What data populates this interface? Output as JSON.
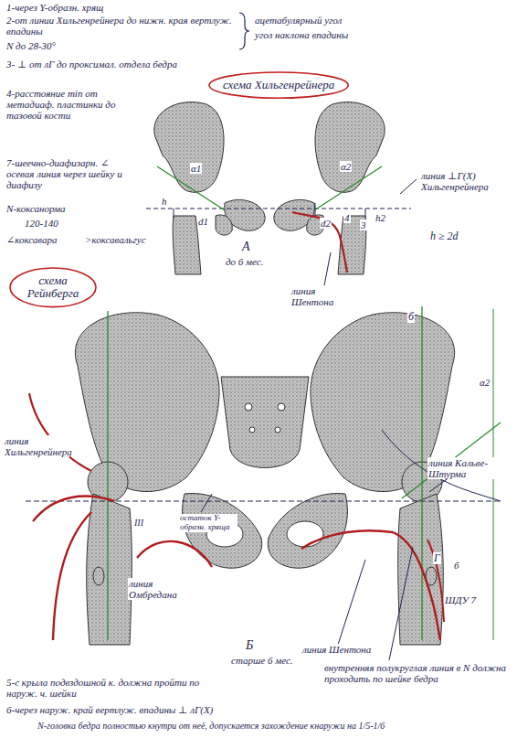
{
  "diagram": {
    "nodes": [
      {
        "text": [
          "схема Хильгенрейнера"
        ]
      },
      {
        "text": [
          "схема Рейнберга"
        ]
      }
    ],
    "labels": [
      "1-через Y-образн. хрящ",
      "2-от линии Хильгенрейнера до нижн. края вертлуж. впадины",
      "N до 28-30°",
      "ацетабулярный угол",
      "угол наклона впадины",
      "3- ⊥ от лГ до проксимал. отдела бедра",
      "4-расстояние min от метадиаф. пластинки до тазовой кости",
      "7-шеечно-диафизарн. ∠ осевая линия через шейку и диафизу",
      "N-коксанорма",
      "120-140",
      "∠коксавара",
      ">коксавальгус",
      "h",
      "α1",
      "d1",
      "α2",
      "d2",
      "4",
      "3",
      "h2",
      "линия ⊥Г(Х) Хильгенрейнера",
      "h ≥ 2d",
      "A",
      "до 6 мес.",
      "линия Шентона",
      "б",
      "α2",
      "линия Хильгенрейнера",
      "остаток Y-образн. хряща",
      "линия Кальве-Штурма",
      "Г",
      "б",
      "ШДУ 7",
      "линия Омбредана",
      "Б",
      "старше 6 мес.",
      "линия Шентона",
      "внутренняя полукруглая линия в N должна проходить по шейке бедра",
      "III",
      "5-с крыла подвздошной к. должна пройти по наруж. ч. шейки",
      "6-через наруж. край вертлуж. впадины ⊥ лГ(Х)",
      "N-головка бедра полностью кнутри от неё, допускается захождение кнаружи на 1/5-1/6"
    ]
  }
}
